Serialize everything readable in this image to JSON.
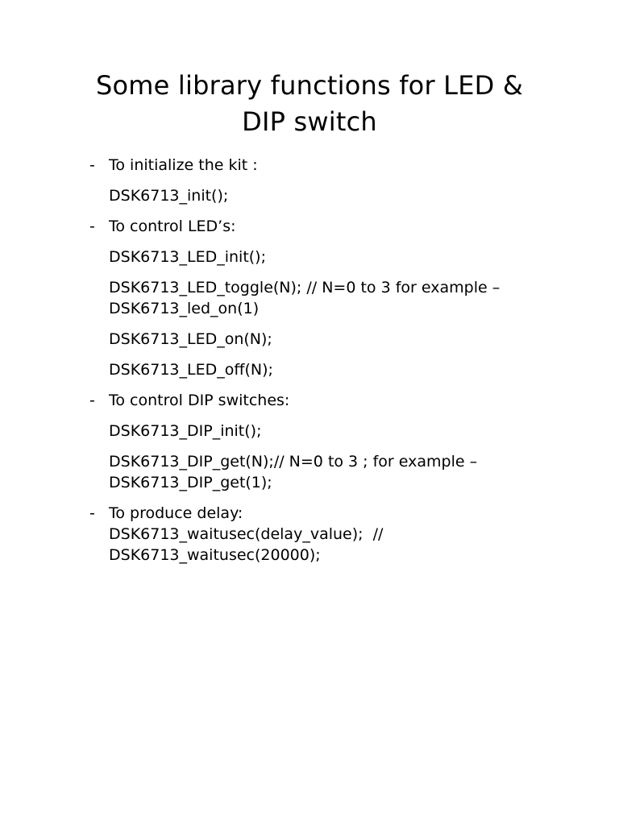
{
  "document": {
    "background_color": "#ffffff",
    "text_color": "#000000",
    "bullet_char": "-",
    "title": {
      "lines": [
        "Some library functions for LED &",
        "DIP switch"
      ]
    },
    "items": [
      {
        "type": "bullet",
        "lines": [
          "To initialize the kit :"
        ]
      },
      {
        "type": "code",
        "lines": [
          "DSK6713_init();"
        ]
      },
      {
        "type": "bullet",
        "lines": [
          "To control LED’s:"
        ]
      },
      {
        "type": "code",
        "lines": [
          "DSK6713_LED_init();"
        ]
      },
      {
        "type": "code",
        "lines": [
          "DSK6713_LED_toggle(N); // N=0 to 3 for example –",
          "DSK6713_led_on(1)"
        ]
      },
      {
        "type": "code",
        "lines": [
          "DSK6713_LED_on(N);"
        ]
      },
      {
        "type": "code",
        "lines": [
          "DSK6713_LED_off(N);"
        ]
      },
      {
        "type": "bullet",
        "lines": [
          "To control DIP switches:"
        ]
      },
      {
        "type": "code",
        "lines": [
          "DSK6713_DIP_init();"
        ]
      },
      {
        "type": "code",
        "lines": [
          "DSK6713_DIP_get(N);// N=0 to 3 ; for example –",
          "DSK6713_DIP_get(1);"
        ]
      },
      {
        "type": "bullet",
        "lines": [
          "To produce delay:",
          "DSK6713_waitusec(delay_value);  //",
          "DSK6713_waitusec(20000);"
        ]
      }
    ]
  }
}
